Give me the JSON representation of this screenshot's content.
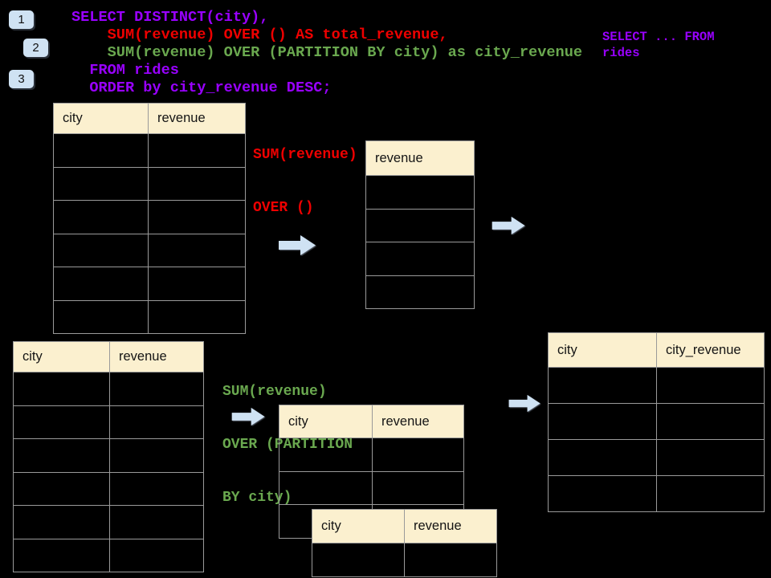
{
  "palette": {
    "background": "#000000",
    "badge_bg": "#CFE2F3",
    "table_header_bg": "#FBF0CF",
    "table_border": "#9A9A9A",
    "arrow_fill": "#CFE2F3",
    "code_purple": "#9901FF",
    "code_red": "#EE0000",
    "code_green": "#6AA84F"
  },
  "badges": [
    {
      "label": "1"
    },
    {
      "label": "2"
    },
    {
      "label": "3"
    }
  ],
  "code": {
    "main": [
      {
        "text": "SELECT DISTINCT(city),",
        "color": "purple"
      },
      {
        "text": "    SUM(revenue) OVER () AS total_revenue,",
        "color": "red"
      },
      {
        "text": "    SUM(revenue) OVER (PARTITION BY city) as city_revenue",
        "color": "green"
      },
      {
        "text": "  FROM rides",
        "color": "purple"
      },
      {
        "text": "  ORDER by city_revenue DESC;",
        "color": "purple"
      }
    ],
    "side": [
      {
        "text": "SELECT ... FROM"
      },
      {
        "text": "rides"
      }
    ]
  },
  "annotations": {
    "total_revenue_label": {
      "lines": [
        "SUM(revenue)",
        "OVER ()"
      ],
      "color": "#EE0000"
    },
    "partition_label": {
      "lines": [
        "SUM(revenue)",
        "OVER (PARTITION",
        "BY city)"
      ],
      "color": "#6AA84F"
    }
  },
  "tables": {
    "source_top": {
      "columns": [
        "city",
        "revenue"
      ],
      "empty_row_count": 6
    },
    "total_result": {
      "columns": [
        "revenue"
      ],
      "empty_row_count": 4
    },
    "source_bottom": {
      "columns": [
        "city",
        "revenue"
      ],
      "empty_row_count": 6
    },
    "partition_back": {
      "columns": [
        "city",
        "revenue"
      ],
      "empty_row_count": 3
    },
    "partition_front": {
      "columns": [
        "city",
        "revenue"
      ],
      "empty_row_count": 1
    },
    "city_revenue_result": {
      "columns": [
        "city",
        "city_revenue"
      ],
      "empty_row_count": 4
    }
  }
}
